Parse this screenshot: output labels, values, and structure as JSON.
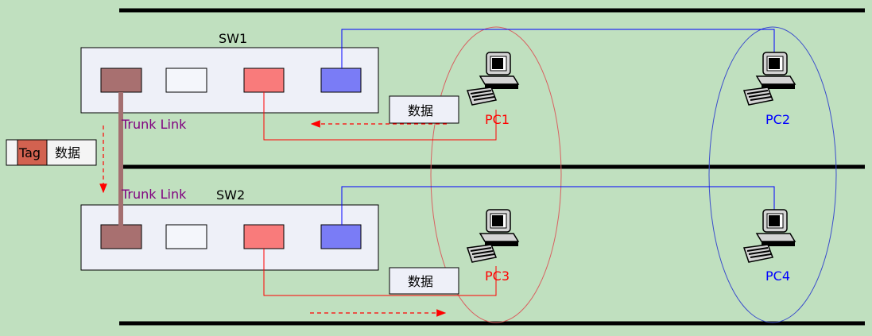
{
  "switches": [
    {
      "name": "SW1",
      "uplink_label": "Trunk Link"
    },
    {
      "name": "SW2",
      "uplink_label": "Trunk Link"
    }
  ],
  "pcs": [
    {
      "name": "PC1"
    },
    {
      "name": "PC2"
    },
    {
      "name": "PC3"
    },
    {
      "name": "PC4"
    }
  ],
  "frames": {
    "data_label": "数据",
    "tag_label": "Tag"
  },
  "colors": {
    "background": "#c0e0bf",
    "vlan_red": "#ff0000",
    "vlan_blue": "#0000ff",
    "port_brown": "#a87070",
    "port_white": "#f4f6fb",
    "port_red": "#f97b7b",
    "port_blue": "#7a7cf6",
    "trunk": "#a46f70",
    "trunk_label": "#800080",
    "tag_fill": "#d26250"
  }
}
